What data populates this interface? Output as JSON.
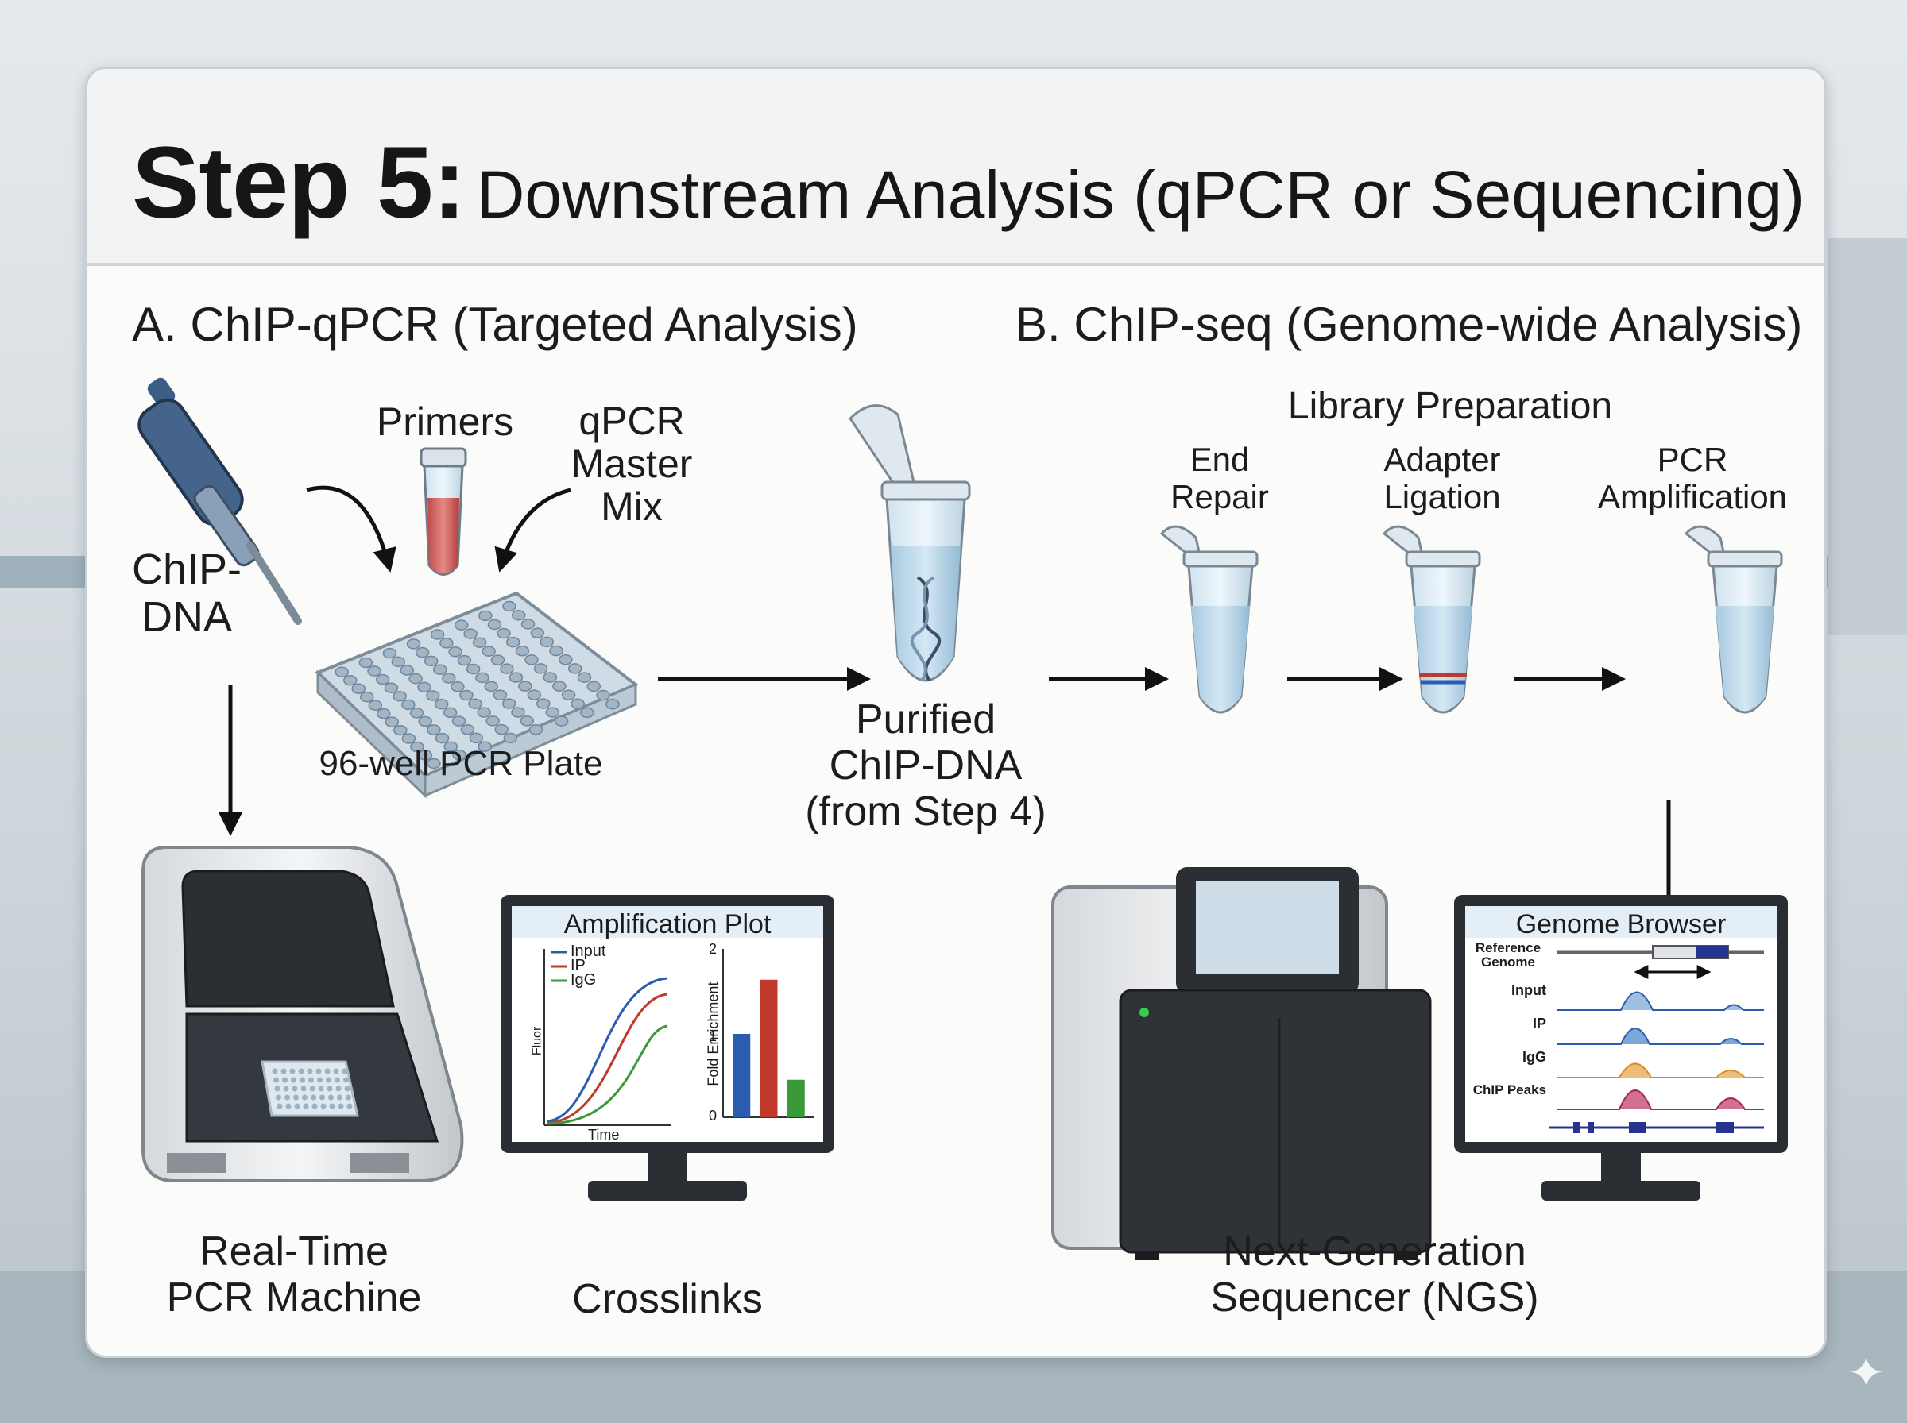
{
  "title": {
    "step": "Step 5:",
    "text": "Downstream Analysis (qPCR or Sequencing)"
  },
  "sectionA": {
    "heading": "A. ChIP-qPCR (Targeted Analysis)",
    "primers": "Primers",
    "master_mix": [
      "qPCR",
      "Master",
      "Mix"
    ],
    "chip_dna": [
      "ChIP-",
      "DNA"
    ],
    "plate": "96-well PCR Plate",
    "machine": [
      "Real-Time",
      "PCR Machine"
    ],
    "monitor_caption": "Crosslinks",
    "plot": {
      "title": "Amplification Plot",
      "legend": [
        "Input",
        "IP",
        "IgG"
      ],
      "ylabel": "Fluor",
      "xlabel": "Time",
      "bar_axis": "Fold Enrichment",
      "ticks": [
        "2",
        "1",
        "0"
      ]
    }
  },
  "middle": {
    "purified": [
      "Purified",
      "ChIP-DNA",
      "(from Step 4)"
    ]
  },
  "sectionB": {
    "heading": "B. ChIP-seq (Genome-wide Analysis)",
    "library": "Library Preparation",
    "steps": [
      [
        "End",
        "Repair"
      ],
      [
        "Adapter",
        "Ligation"
      ],
      [
        "PCR",
        "Amplification"
      ]
    ],
    "sequencer": [
      "Next-Generation",
      "Sequencer (NGS)"
    ],
    "browser": {
      "title": "Genome Browser",
      "tracks": [
        "Reference Genome",
        "Input",
        "IP",
        "IgG",
        "ChIP Peaks"
      ]
    }
  },
  "chart_data": {
    "type": "bar",
    "categories": [
      "Input",
      "IP",
      "IgG"
    ],
    "values": [
      1.0,
      1.65,
      0.45
    ],
    "ylabel": "Fold Enrichment",
    "ylim": [
      0,
      2
    ],
    "colors": [
      "#2a5db0",
      "#c0392b",
      "#3a9a3a"
    ]
  },
  "colors": {
    "input": "#2a5db0",
    "ip": "#c0392b",
    "igg": "#3a9a3a",
    "peak_orange": "#d98b2b",
    "peak_magenta": "#a8245a"
  }
}
